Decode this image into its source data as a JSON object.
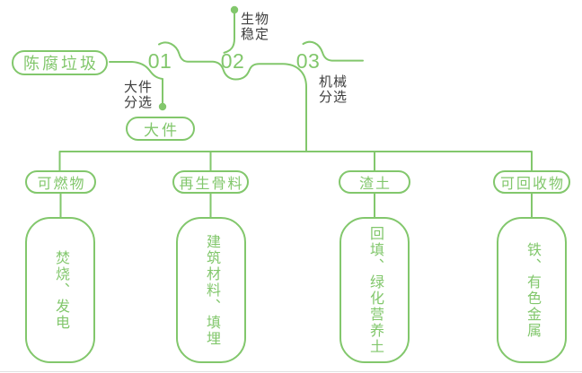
{
  "palette": {
    "green": "#82c76c",
    "dark_text": "#3e3e3e",
    "page_edge": "#e2e2e2",
    "background": "#ffffff"
  },
  "flow": {
    "source_label": "陈腐垃圾",
    "steps": [
      {
        "number": "01",
        "note": "大件\n分选",
        "pill": "大件"
      },
      {
        "number": "02",
        "note": "生物\n稳定"
      },
      {
        "number": "03",
        "note": "机械\n分选"
      }
    ]
  },
  "outputs": [
    {
      "category": "可燃物",
      "detail": "焚烧、发电"
    },
    {
      "category": "再生骨料",
      "detail": "建筑材料、填埋"
    },
    {
      "category": "渣土",
      "detail": "回填、绿化营养土"
    },
    {
      "category": "可回收物",
      "detail": "铁、有色金属"
    }
  ]
}
